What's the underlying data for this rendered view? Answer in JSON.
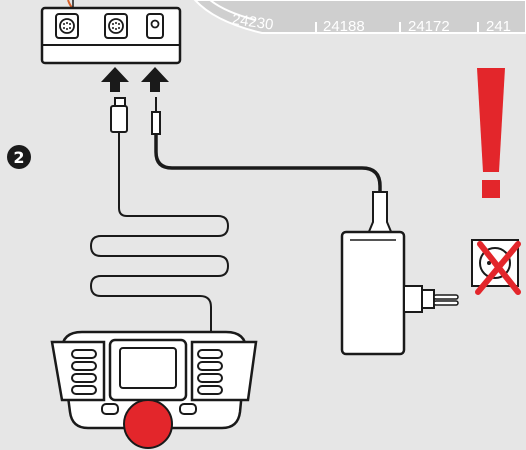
{
  "track_labels": [
    "24230",
    "24188",
    "24172",
    "241"
  ],
  "step_number": "2",
  "colors": {
    "background": "#e6e6e6",
    "line": "#1a1a1a",
    "track_fill": "#cfcfcf",
    "warning_red": "#e3262b",
    "knob_red": "#e3262b",
    "accent_orange": "#d9622a"
  },
  "icons": {
    "connector_box": "connection-box-icon",
    "socket_1": "din-socket-icon",
    "socket_2": "din-socket-icon",
    "socket_3": "dc-socket-icon",
    "arrows": "arrow-up-icon",
    "warning": "exclamation-icon",
    "forbidden_outlet": "no-wall-outlet-icon",
    "controller": "handheld-controller-icon",
    "power_supply": "power-adapter-icon"
  }
}
